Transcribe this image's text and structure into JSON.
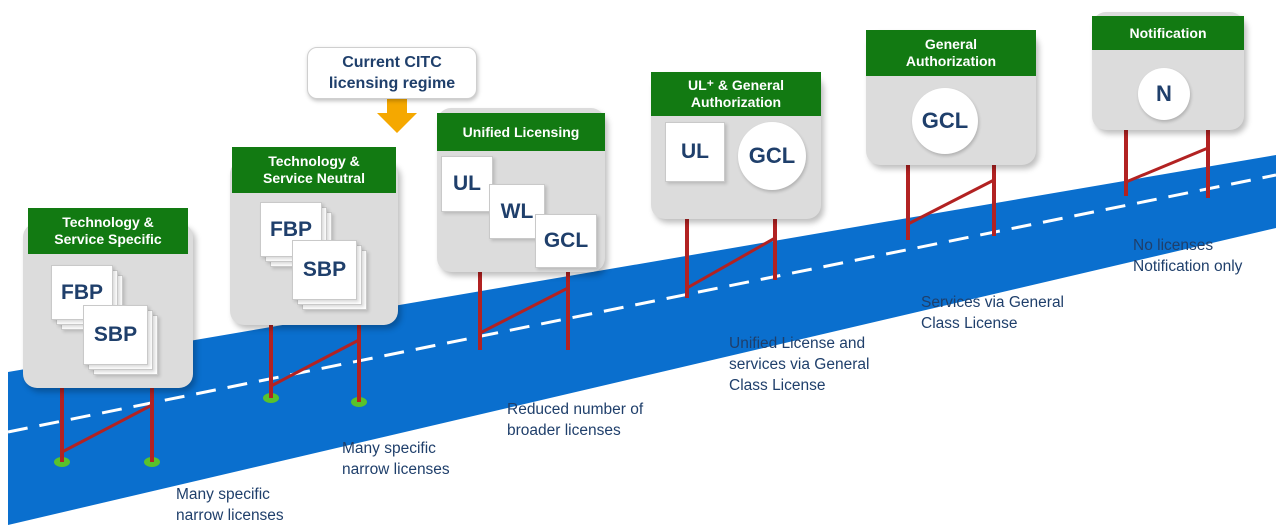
{
  "citc_label": "Current CITC\nlicensing  regime",
  "stages": [
    {
      "title": "Technology &\nService Specific",
      "docs": [
        "FBP",
        "SBP"
      ],
      "caption": "Many specific\nnarrow licenses"
    },
    {
      "title": "Technology &\nService Neutral",
      "docs": [
        "FBP",
        "SBP"
      ],
      "caption": "Many specific\nnarrow licenses"
    },
    {
      "title": "Unified Licensing",
      "docs": [
        "UL",
        "WL",
        "GCL"
      ],
      "caption": "Reduced number of\nbroader licenses"
    },
    {
      "title": "UL⁺ & General\nAuthorization",
      "docs": [
        "UL",
        "GCL"
      ],
      "caption": "Unified License and\nservices via General\nClass License"
    },
    {
      "title": "General\nAuthorization",
      "docs": [
        "GCL"
      ],
      "caption": "Services via General\nClass License"
    },
    {
      "title": "Notification",
      "docs": [
        "N"
      ],
      "caption": "No licenses\nNotification only"
    }
  ],
  "colors": {
    "road": "#0a6fce",
    "ribbon": "#127a12",
    "sign": "#dcdcdc",
    "post": "#b22222",
    "arrow": "#f5a800",
    "text": "#1f3f6b"
  },
  "icons": {
    "citc_pointer": "down-arrow-icon"
  }
}
